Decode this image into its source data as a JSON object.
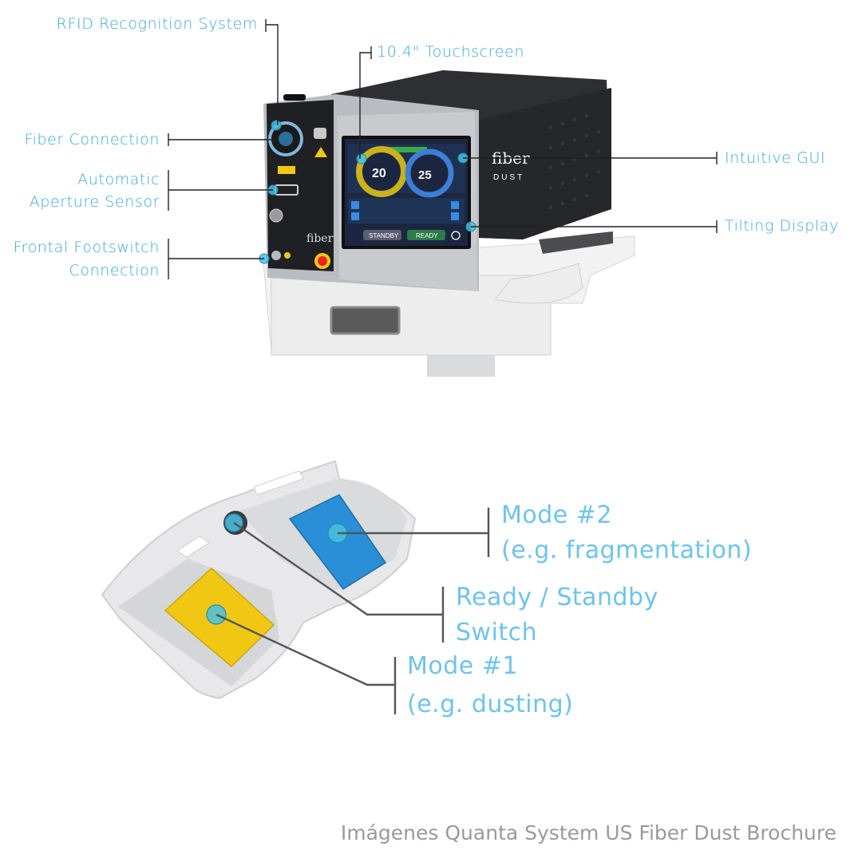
{
  "callouts": {
    "rfid": "RFID Recognition System",
    "touchscreen": "10.4\" Touchscreen",
    "fiber_connection": "Fiber Connection",
    "aperture_1": "Automatic",
    "aperture_2": "Aperture Sensor",
    "gui": "Intuitive GUI",
    "tilting": "Tilting Display",
    "footswitch_1": "Frontal Footswitch",
    "footswitch_2": "Connection"
  },
  "device": {
    "brand": "fiber",
    "sub_brand": "DUST",
    "screen": {
      "gauge_left_value": "20",
      "gauge_right_value": "25",
      "standby_label": "STANDBY",
      "ready_label": "READY"
    }
  },
  "footswitch": {
    "mode2_1": "Mode #2",
    "mode2_2": "(e.g. fragmentation)",
    "ready_1": "Ready / Standby",
    "ready_2": "Switch",
    "mode1_1": "Mode #1",
    "mode1_2": "(e.g. dusting)"
  },
  "caption": "Imágenes Quanta System US Fiber Dust Brochure",
  "colors": {
    "accent": "#3ea6dc",
    "pedal_blue": "#2a8fd6",
    "pedal_yellow": "#f0c814",
    "device_dark": "#2c2d31"
  }
}
